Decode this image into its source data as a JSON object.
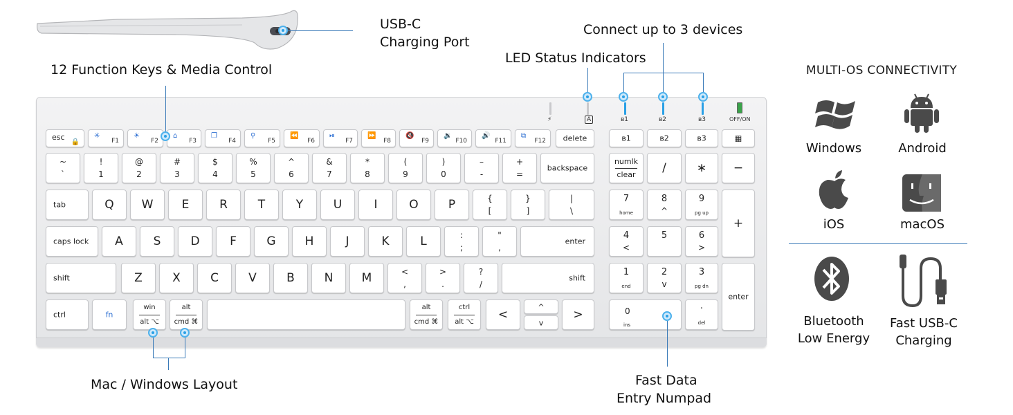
{
  "callouts": {
    "usb_c_line1": "USB-C",
    "usb_c_line2": "Charging Port",
    "connect_devices": "Connect up to 3 devices",
    "led_status": "LED Status Indicators",
    "function_keys": "12 Function Keys & Media Control",
    "mac_windows": "Mac / Windows Layout",
    "numpad_line1": "Fast Data",
    "numpad_line2": "Entry Numpad"
  },
  "led_panel": {
    "power_icon": "⚡",
    "caps_icon": "A",
    "bt1": "ʙ1",
    "bt2": "ʙ2",
    "bt3": "ʙ3",
    "off_on": "OFF/ON"
  },
  "keys": {
    "esc": "esc",
    "f1": "F1",
    "f2": "F2",
    "f3": "F3",
    "f4": "F4",
    "f5": "F5",
    "f6": "F6",
    "f7": "F7",
    "f8": "F8",
    "f9": "F9",
    "f10": "F10",
    "f11": "F11",
    "f12": "F12",
    "delete": "delete",
    "np_bt1": "ʙ1",
    "np_bt2": "ʙ2",
    "np_bt3": "ʙ3",
    "tilde": "~",
    "backtick": "`",
    "n1s": "!",
    "n1": "1",
    "n2s": "@",
    "n2": "2",
    "n3s": "#",
    "n3": "3",
    "n4s": "$",
    "n4": "4",
    "n5s": "%",
    "n5": "5",
    "n6s": "^",
    "n6": "6",
    "n7s": "&",
    "n7": "7",
    "n8s": "*",
    "n8": "8",
    "n9s": "(",
    "n9": "9",
    "n0s": ")",
    "n0": "0",
    "minus_s": "–",
    "minus": "-",
    "plus_s": "+",
    "equals": "=",
    "backspace": "backspace",
    "numlk": "numlk",
    "clear": "clear",
    "np_div": "/",
    "np_mul": "∗",
    "np_minus": "−",
    "tab": "tab",
    "q": "Q",
    "w": "W",
    "e": "E",
    "r": "R",
    "t": "T",
    "y": "Y",
    "u": "U",
    "i": "I",
    "o": "O",
    "p": "P",
    "lbrace": "{",
    "lbracket": "[",
    "rbrace": "}",
    "rbracket": "]",
    "pipe": "|",
    "backslash": "\\",
    "np7": "7",
    "np7s": "home",
    "np8": "8",
    "np8s": "^",
    "np9": "9",
    "np9s": "pg up",
    "np_plus": "+",
    "caps": "caps lock",
    "a": "A",
    "s": "S",
    "d": "D",
    "f": "F",
    "g": "G",
    "h": "H",
    "j": "J",
    "k": "K",
    "l": "L",
    "colon": ":",
    "semicolon": ";",
    "quote_s": "\"",
    "quote": ",",
    "enter": "enter",
    "np4": "4",
    "np4s": "<",
    "np5": "5",
    "np6": "6",
    "np6s": ">",
    "shift": "shift",
    "z": "Z",
    "x": "X",
    "c": "C",
    "v": "V",
    "b": "B",
    "n": "N",
    "m": "M",
    "lt": "<",
    "comma": ",",
    "gt": ">",
    "period": ".",
    "question": "?",
    "slash": "/",
    "rshift": "shift",
    "np1": "1",
    "np1s": "end",
    "np2": "2",
    "np2s": "v",
    "np3": "3",
    "np3s": "pg dn",
    "np_enter": "enter",
    "ctrl": "ctrl",
    "fn": "fn",
    "win": "win",
    "alt_opt": "alt ⌥",
    "alt": "alt",
    "cmd": "cmd ⌘",
    "ralt": "alt",
    "rcmd": "cmd ⌘",
    "rctrl": "ctrl",
    "ralt_opt": "alt ⌥",
    "left": "<",
    "up": "^",
    "down": "v",
    "right": ">",
    "np0": "0",
    "np0s": "ins",
    "np_dot": "·",
    "np_dots": "del"
  },
  "features": {
    "title": "MULTI-OS CONNECTIVITY",
    "windows": "Windows",
    "android": "Android",
    "ios": "iOS",
    "macos": "macOS",
    "bluetooth_line1": "Bluetooth",
    "bluetooth_line2": "Low Energy",
    "usbc_line1": "Fast USB-C",
    "usbc_line2": "Charging"
  },
  "colors": {
    "callout_line": "#3a7ab8",
    "indicator_blue": "#2aa0e6",
    "fn_icon_blue": "#2d6fd2",
    "power_led_green": "#3aa34a"
  }
}
